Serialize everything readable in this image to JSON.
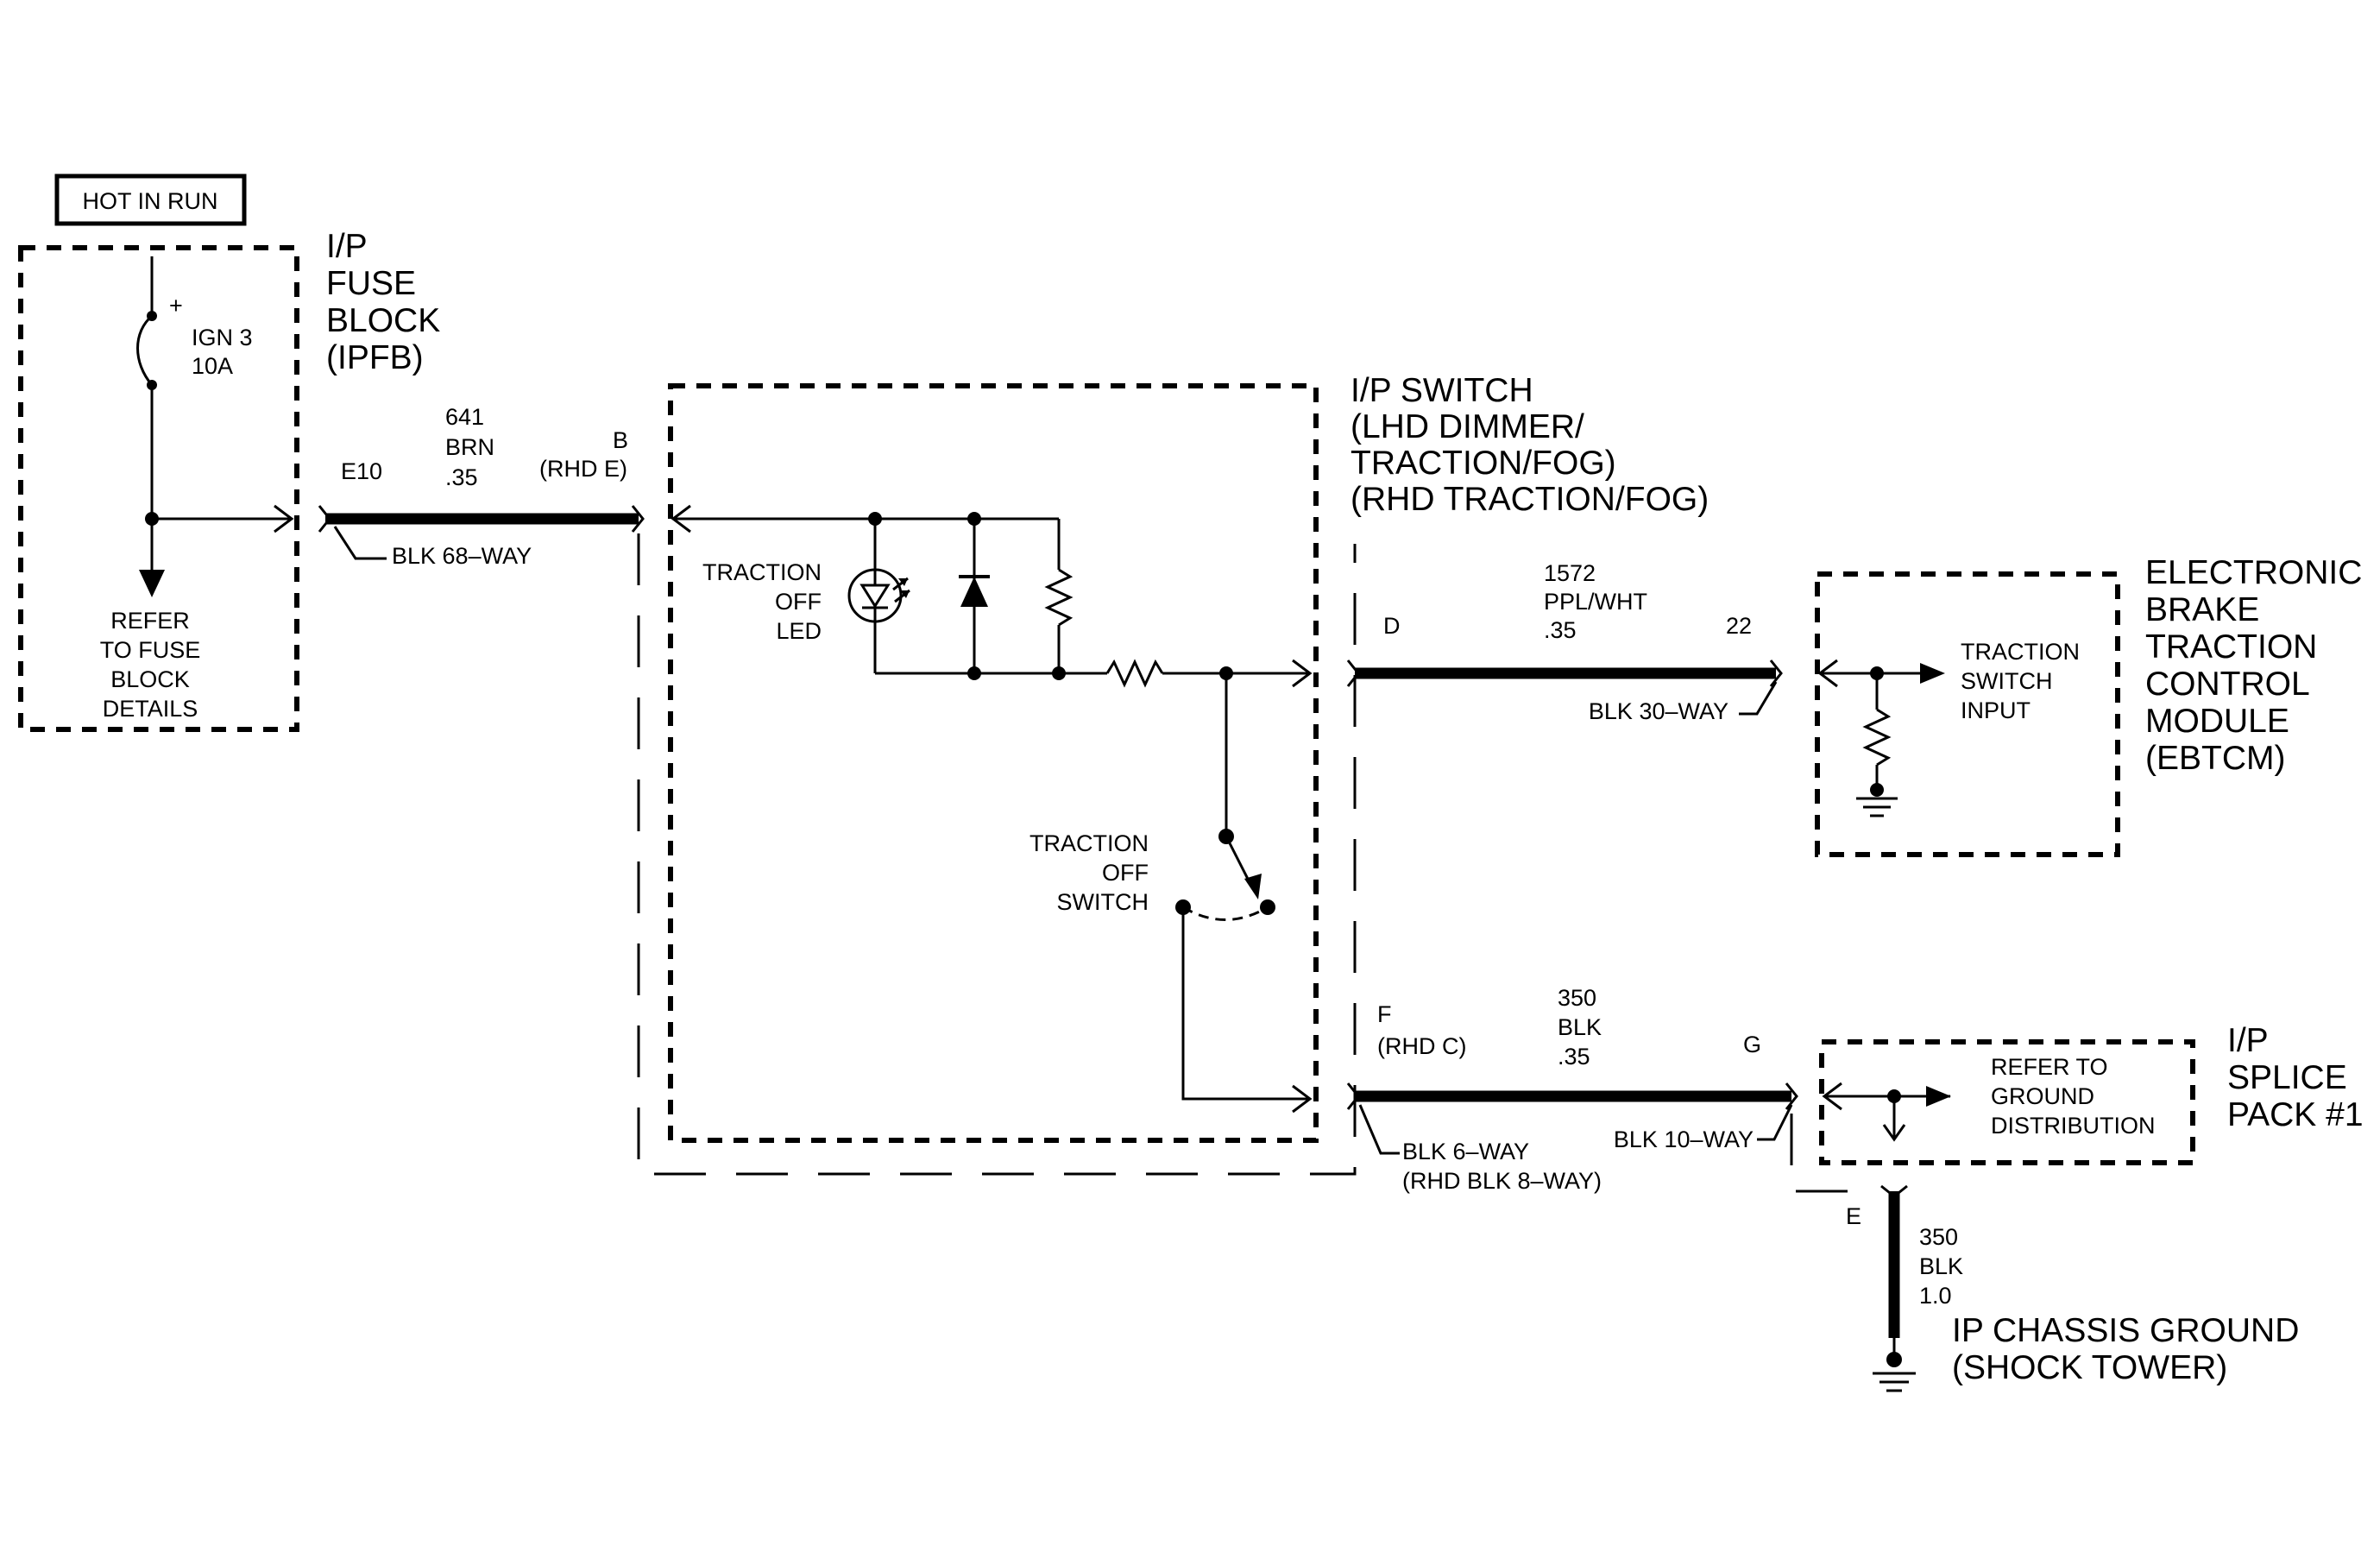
{
  "hot_label": "HOT IN RUN",
  "fuse_block": {
    "title": [
      "I/P",
      "FUSE",
      "BLOCK",
      "(IPFB)"
    ],
    "fuse_name": "IGN 3",
    "fuse_rating": "10A",
    "plus": "+",
    "refer": [
      "REFER",
      "TO FUSE",
      "BLOCK",
      "DETAILS"
    ]
  },
  "wire_641": {
    "pin_left": "E10",
    "circuit": "641",
    "color": "BRN",
    "gauge": ".35",
    "pin_right": "B",
    "pin_right_alt": "(RHD E)",
    "connector": "BLK 68–WAY"
  },
  "ip_switch": {
    "title": [
      "I/P SWITCH",
      "(LHD DIMMER/",
      "TRACTION/FOG)",
      "(RHD TRACTION/FOG)"
    ],
    "led_label": [
      "TRACTION",
      "OFF",
      "LED"
    ],
    "switch_label": [
      "TRACTION",
      "OFF",
      "SWITCH"
    ]
  },
  "wire_1572": {
    "pin_left": "D",
    "circuit": "1572",
    "color": "PPL/WHT",
    "gauge": ".35",
    "pin_right": "22",
    "connector": "BLK 30–WAY"
  },
  "ebtcm": {
    "title": [
      "ELECTRONIC",
      "BRAKE",
      "TRACTION",
      "CONTROL",
      "MODULE",
      "(EBTCM)"
    ],
    "input_label": [
      "TRACTION",
      "SWITCH",
      "INPUT"
    ]
  },
  "wire_350": {
    "pin_left": "F",
    "pin_left_alt": "(RHD C)",
    "circuit": "350",
    "color": "BLK",
    "gauge": ".35",
    "pin_right": "G",
    "connector_left": "BLK 6–WAY",
    "connector_left_alt": "(RHD BLK 8–WAY)",
    "connector_right": "BLK 10–WAY"
  },
  "splice_pack": {
    "title": [
      "I/P",
      "SPLICE",
      "PACK #1"
    ],
    "refer": [
      "REFER TO",
      "GROUND",
      "DISTRIBUTION"
    ]
  },
  "ground": {
    "pin": "E",
    "circuit": "350",
    "color": "BLK",
    "gauge": "1.0",
    "title": [
      "IP CHASSIS GROUND",
      "(SHOCK TOWER)"
    ]
  }
}
